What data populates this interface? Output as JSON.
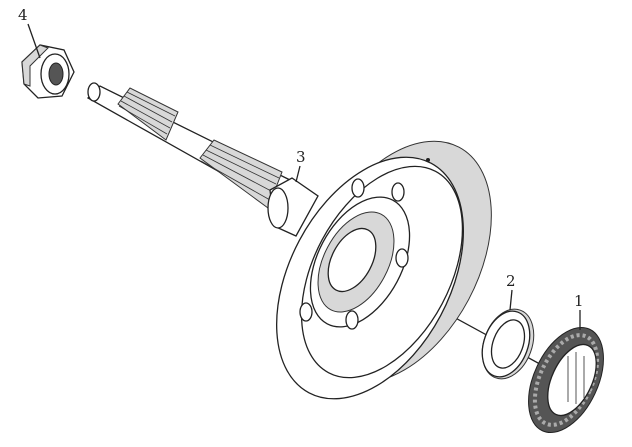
{
  "diagram": {
    "type": "exploded-parts-view",
    "callouts": [
      {
        "number": "1",
        "part": "bearing"
      },
      {
        "number": "2",
        "part": "washer"
      },
      {
        "number": "3",
        "part": "shaft-drum"
      },
      {
        "number": "4",
        "part": "nut"
      }
    ]
  },
  "colors": {
    "line": "#222222",
    "background": "#ffffff"
  }
}
